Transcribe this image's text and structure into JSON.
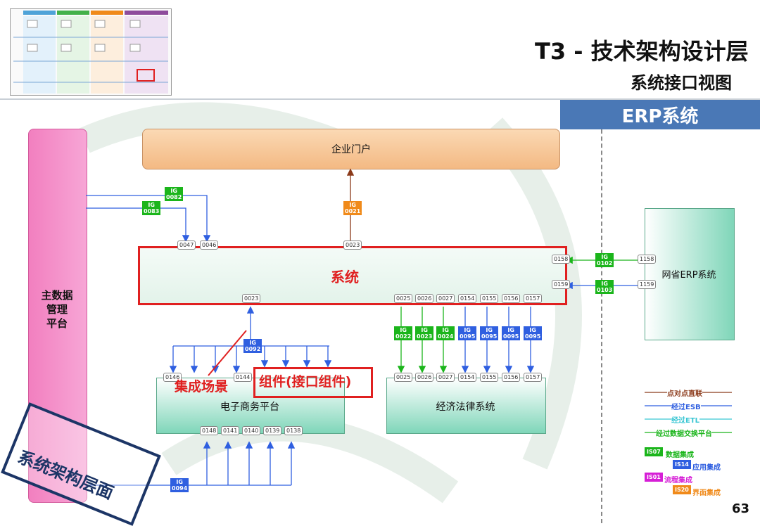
{
  "header": {
    "title": "T3 - 技术架构设计层",
    "subtitle": "系统接口视图",
    "banner": "ERP系统",
    "page_number": "63"
  },
  "colors": {
    "banner": "#4a78b6",
    "highlight": "#e02020",
    "esb": "#2f5fe0",
    "data_exchange": "#1bb51b",
    "p2p": "#8b3a1a",
    "etl": "#39c6d3"
  },
  "nodes": {
    "mdm": [
      "主数据",
      "管理",
      "平台"
    ],
    "portal": "企业门户",
    "erp": "系统",
    "ebiz": "电子商务平台",
    "law": "经济法律系统",
    "gerp": "网省ERP系统"
  },
  "callouts": {
    "scenario": "集成场景",
    "component": "组件(接口组件)",
    "layer": "系统架构层面"
  },
  "tags": {
    "ig0082": "IG\n0082",
    "ig0083": "IG\n0083",
    "ig0021": "IG\n0021",
    "ig0092": "IG\n0092",
    "ig0094": "IG\n0094",
    "ig0102": "IG\n0102",
    "ig0103": "IG\n0103",
    "ig0022": "IG\n0022",
    "ig0023": "IG\n0023",
    "ig0024": "IG\n0024",
    "ig0095a": "IG\n0095",
    "ig0095b": "IG\n0095",
    "ig0095c": "IG\n0095",
    "ig0095d": "IG\n0095"
  },
  "interfaces": {
    "erp_top": [
      "0047",
      "0046",
      "0023"
    ],
    "erp_bottom": [
      "0023",
      "0025",
      "0026",
      "0027",
      "0154",
      "0155",
      "0156",
      "0157"
    ],
    "erp_right": [
      "0158",
      "0159"
    ],
    "ebiz_top": [
      "0146",
      "0144"
    ],
    "ebiz_bottom": [
      "0148",
      "0141",
      "0140",
      "0139",
      "0138"
    ],
    "law_top": [
      "0025",
      "0026",
      "0027",
      "0154",
      "0155",
      "0156",
      "0157"
    ],
    "gerp_left": [
      "1158",
      "1159"
    ]
  },
  "legend": {
    "lines": [
      "点对点直联",
      "经过ESB",
      "经过ETL",
      "经过数据交换平台"
    ],
    "badges": [
      {
        "code": "IS07",
        "label": "数据集成",
        "color": "#1bb51b"
      },
      {
        "code": "IS14",
        "label": "应用集成",
        "color": "#2f5fe0"
      },
      {
        "code": "IS01",
        "label": "流程集成",
        "color": "#d61ed6"
      },
      {
        "code": "IS20",
        "label": "界面集成",
        "color": "#f08a1a"
      }
    ]
  }
}
